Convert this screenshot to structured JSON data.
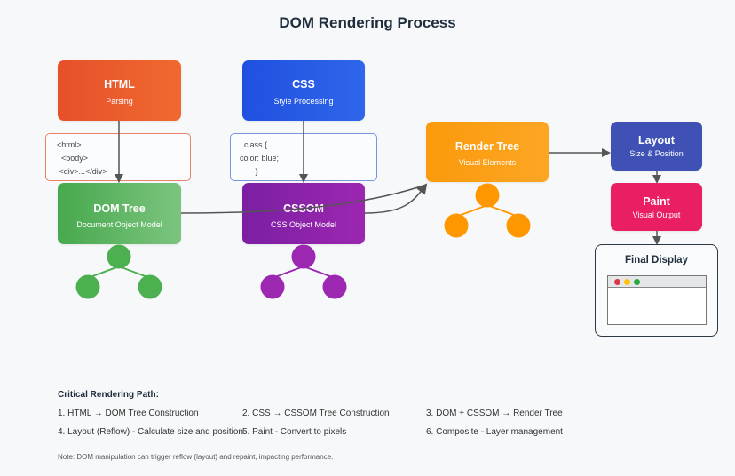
{
  "title": "DOM Rendering Process",
  "nodes": {
    "html": {
      "title": "HTML",
      "subtitle": "Parsing",
      "color_from": "#e6502a",
      "color_to": "#f0692f"
    },
    "css": {
      "title": "CSS",
      "subtitle": "Style Processing",
      "color_from": "#2050e0",
      "color_to": "#2f66ea"
    },
    "dom_tree": {
      "title": "DOM Tree",
      "subtitle": "Document Object Model",
      "color_from": "#47a94d",
      "color_to": "#7cc47f"
    },
    "cssom": {
      "title": "CSSOM",
      "subtitle": "CSS Object Model",
      "color_from": "#7b1fa2",
      "color_to": "#9c27b0"
    },
    "render_tree": {
      "title": "Render Tree",
      "subtitle": "Visual Elements",
      "color_from": "#fb9a0c",
      "color_to": "#fca624"
    },
    "layout": {
      "title": "Layout",
      "subtitle": "Size & Position",
      "color_from": "#3f51b5",
      "color_to": "#3f51b5"
    },
    "paint": {
      "title": "Paint",
      "subtitle": "Visual Output",
      "color_from": "#e91e63",
      "color_to": "#e91e63"
    },
    "final_display": {
      "title": "Final Display"
    }
  },
  "code_samples": {
    "html": [
      "<html>",
      "  <body>",
      " <div>...</div>"
    ],
    "css": [
      " .class {",
      "color: blue;",
      "       }"
    ]
  },
  "tree_colors": {
    "dom": "#4caf50",
    "cssom": "#9c27b0",
    "render": "#ff9800"
  },
  "window_dots": [
    "#dc3545",
    "#ffc107",
    "#28a745"
  ],
  "critical_path": {
    "title": "Critical Rendering Path:",
    "steps": [
      "1. HTML → DOM Tree Construction",
      "2. CSS → CSSOM Tree Construction",
      "3. DOM + CSSOM → Render Tree",
      "4. Layout (Reflow) - Calculate size and position",
      "5. Paint - Convert to pixels",
      "6. Composite - Layer management"
    ],
    "note": "Note: DOM manipulation can trigger reflow (layout) and repaint, impacting performance."
  }
}
